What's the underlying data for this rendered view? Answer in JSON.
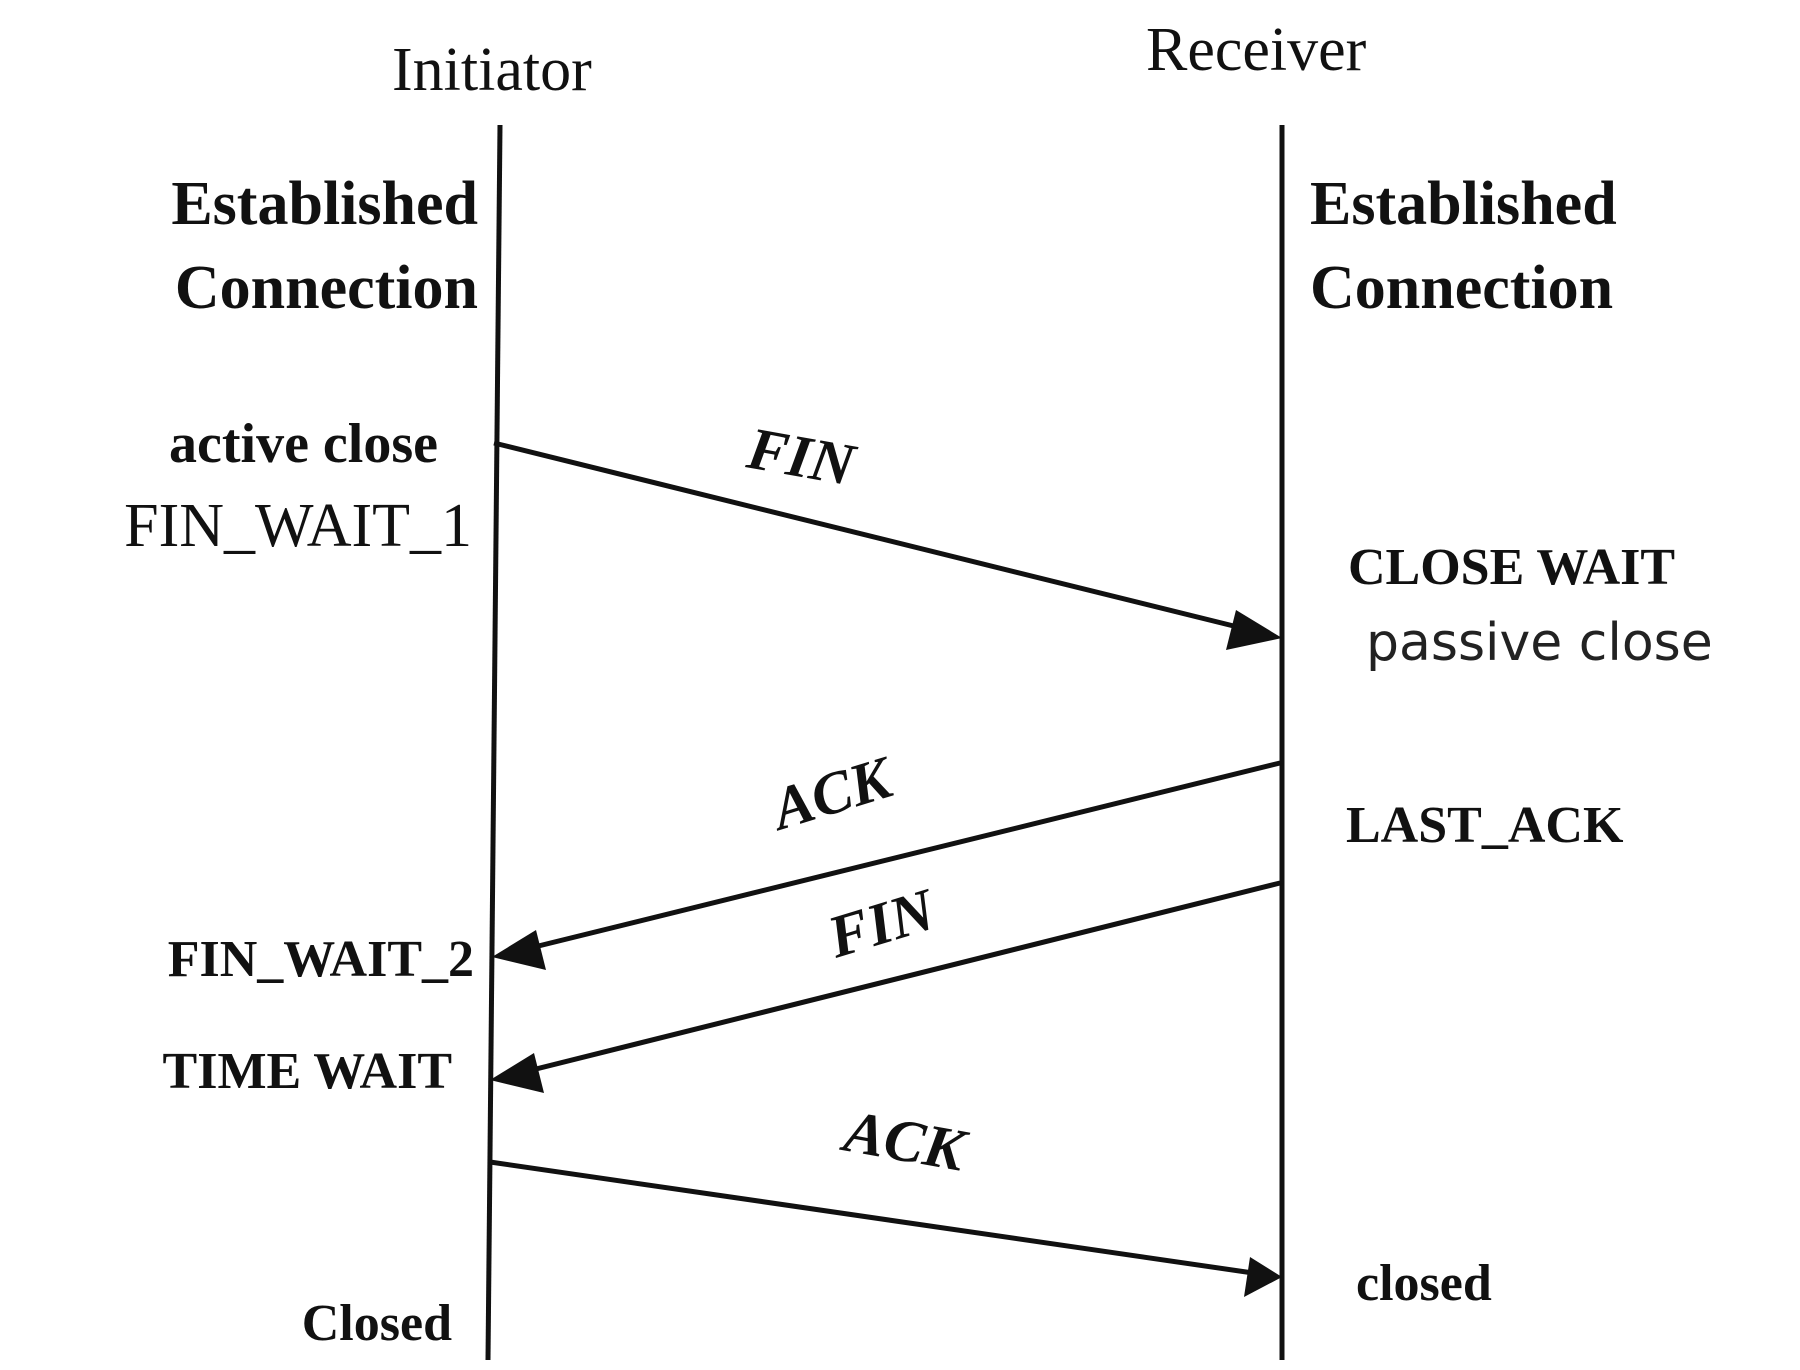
{
  "participants": {
    "initiator": "Initiator",
    "receiver": "Receiver"
  },
  "initiator_states": {
    "established_line1": "Established",
    "established_line2": "Connection",
    "active_close": "active close",
    "fin_wait_1": "FIN_WAIT_1",
    "fin_wait_2": "FIN_WAIT_2",
    "time_wait": "TIME WAIT",
    "closed": "Closed"
  },
  "receiver_states": {
    "established_line1": "Established",
    "established_line2": "Connection",
    "close_wait": "CLOSE WAIT",
    "passive_close": "passive close",
    "last_ack": "LAST_ACK",
    "closed": "closed"
  },
  "messages": [
    {
      "label": "FIN",
      "from": "initiator",
      "to": "receiver"
    },
    {
      "label": "ACK",
      "from": "receiver",
      "to": "initiator"
    },
    {
      "label": "FIN",
      "from": "receiver",
      "to": "initiator"
    },
    {
      "label": "ACK",
      "from": "initiator",
      "to": "receiver"
    }
  ]
}
